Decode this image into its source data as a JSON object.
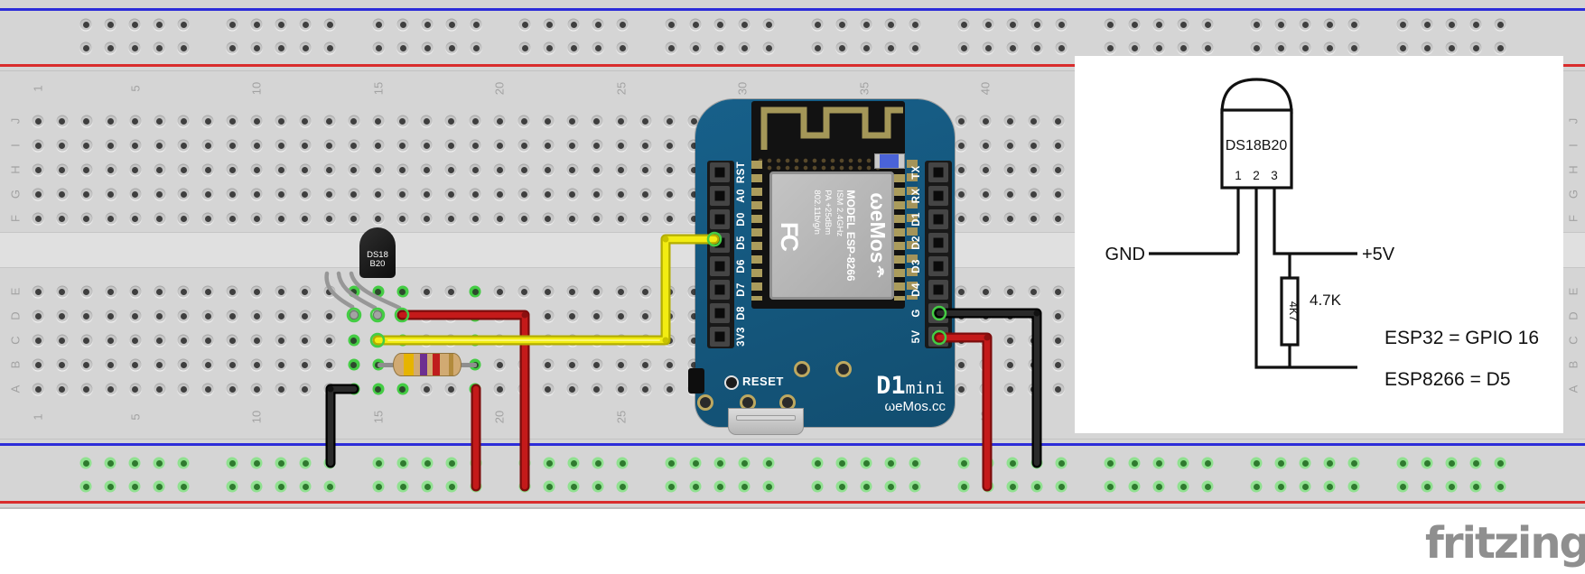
{
  "watermark": "fritzing",
  "breadboard": {
    "column_labels": [
      "1",
      "5",
      "10",
      "15",
      "20",
      "25",
      "30",
      "35",
      "40"
    ],
    "row_labels_top": [
      "J",
      "I",
      "H",
      "G",
      "F"
    ],
    "row_labels_bottom": [
      "E",
      "D",
      "C",
      "B",
      "A"
    ]
  },
  "board": {
    "left_pins": [
      "RST",
      "A0",
      "D0",
      "D5",
      "D6",
      "D7",
      "D8",
      "3V3"
    ],
    "right_pins": [
      "TX",
      "RX",
      "D1",
      "D2",
      "D3",
      "D4",
      "G",
      "5V"
    ],
    "reset_label": "RESET",
    "name_big": "D1",
    "name_small": "mini",
    "brand": "ωeMos.cc",
    "module": {
      "fcc_logo": "FC",
      "model": "MODEL ESP-8266",
      "spec1": "ISM 2.4GHz",
      "spec2": "PA +25dBm",
      "spec3": "802.11b/g/n",
      "logo": "ωeMos"
    }
  },
  "sensor": {
    "label_top": "DS18",
    "label_bottom": "B20"
  },
  "resistor": {
    "bands": [
      "yellow",
      "violet",
      "red",
      "gold"
    ]
  },
  "schematic": {
    "part_label": "DS18B20",
    "pins": [
      "1",
      "2",
      "3"
    ],
    "gnd_label": "GND",
    "vcc_label": "+5V",
    "resistor_body_label": "4K7",
    "resistor_value_label": "4.7K",
    "note_esp32": "ESP32 = GPIO 16",
    "note_esp8266": "ESP8266 = D5"
  },
  "colors": {
    "wire_yellow": "#f2ec12",
    "wire_red": "#c41a1a",
    "wire_black": "#2a2a2a",
    "board_blue": "#15587c",
    "net_highlight_green": "#44cc44"
  }
}
